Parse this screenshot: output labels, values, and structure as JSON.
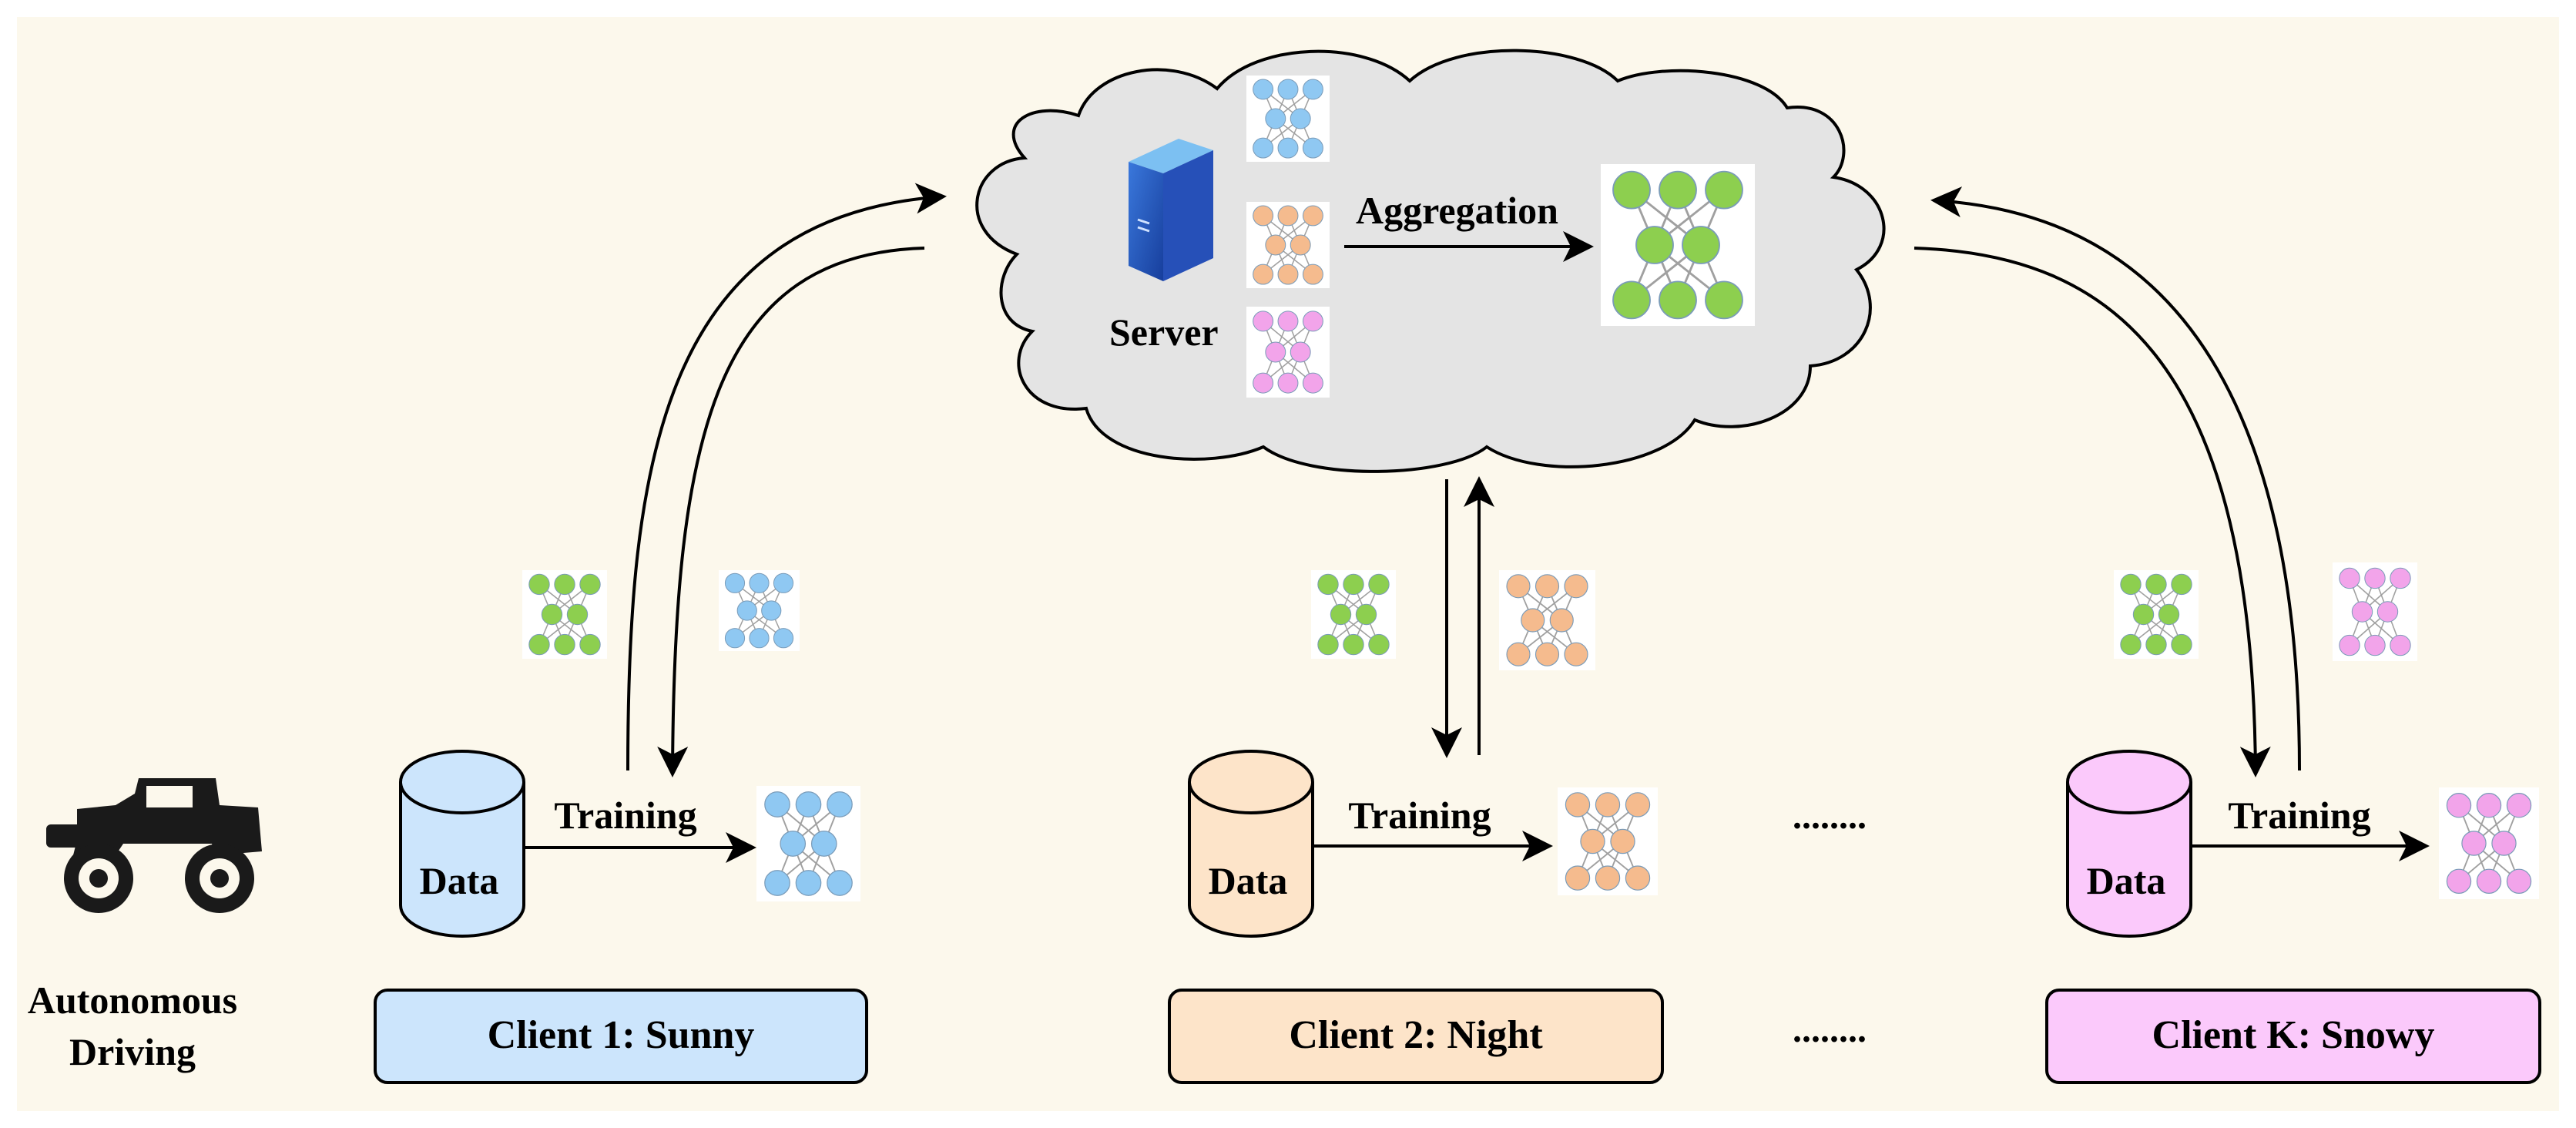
{
  "colors": {
    "background": "#fcf8ec",
    "cloud_fill": "#e4e4e4",
    "server_blue": "#2f5fc9",
    "client1_fill": "#cce5fc",
    "client2_fill": "#fde4c9",
    "clientK_fill": "#fbc9fb",
    "node_green": "#8dcf4f",
    "node_blue": "#8fc8f2",
    "node_orange": "#f5bb8e",
    "node_pink": "#f2a4ea"
  },
  "server": {
    "label": "Server",
    "aggregation_label": "Aggregation",
    "icon": "server-tower-icon"
  },
  "vehicle": {
    "icon": "monster-truck-icon",
    "label_line1": "Autonomous",
    "label_line2": "Driving"
  },
  "clients": [
    {
      "id": "client1",
      "label": "Client 1: Sunny",
      "data_label": "Data",
      "training_label": "Training",
      "color_key": "client1_fill",
      "model_color": "node_blue"
    },
    {
      "id": "client2",
      "label": "Client 2: Night",
      "data_label": "Data",
      "training_label": "Training",
      "color_key": "client2_fill",
      "model_color": "node_orange"
    },
    {
      "id": "clientK",
      "label": "Client K: Snowy",
      "data_label": "Data",
      "training_label": "Training",
      "color_key": "clientK_fill",
      "model_color": "node_pink"
    }
  ],
  "ellipsis_middle": "........",
  "ellipsis_bottom": "........"
}
